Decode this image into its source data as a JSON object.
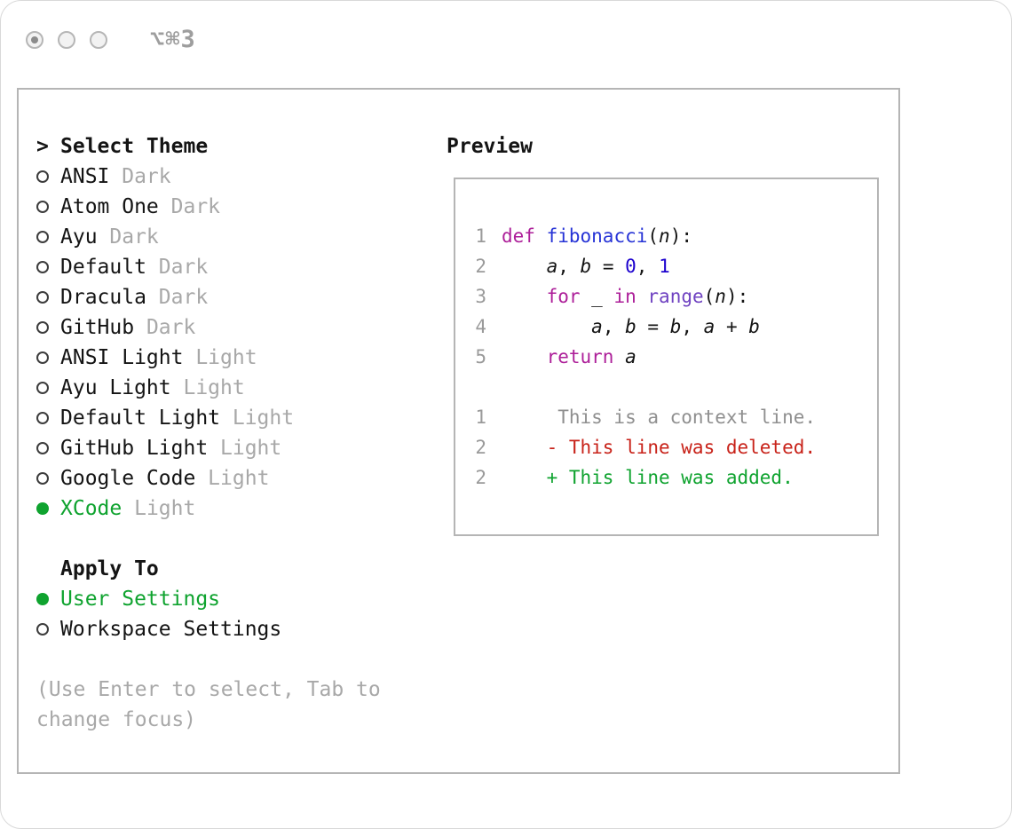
{
  "titlebar": {
    "shortcut": "⌥⌘3"
  },
  "colors": {
    "accent_green": "#0fa32f",
    "muted_gray": "#a8a8a8",
    "keyword": "#ad1f99",
    "function_name": "#2633d6",
    "builtin": "#6f42c1",
    "number": "#1c01ce",
    "line_number": "#9a9a9a",
    "diff_context": "#8f8f8f",
    "diff_deleted": "#c82219",
    "diff_added": "#0fa32f"
  },
  "theme_picker": {
    "prompt": ">",
    "title": "Select Theme",
    "items": [
      {
        "name": "ANSI",
        "variant": "Dark",
        "selected": false
      },
      {
        "name": "Atom One",
        "variant": "Dark",
        "selected": false
      },
      {
        "name": "Ayu",
        "variant": "Dark",
        "selected": false
      },
      {
        "name": "Default",
        "variant": "Dark",
        "selected": false
      },
      {
        "name": "Dracula",
        "variant": "Dark",
        "selected": false
      },
      {
        "name": "GitHub",
        "variant": "Dark",
        "selected": false
      },
      {
        "name": "ANSI Light",
        "variant": "Light",
        "selected": false
      },
      {
        "name": "Ayu Light",
        "variant": "Light",
        "selected": false
      },
      {
        "name": "Default Light",
        "variant": "Light",
        "selected": false
      },
      {
        "name": "GitHub Light",
        "variant": "Light",
        "selected": false
      },
      {
        "name": "Google Code",
        "variant": "Light",
        "selected": false
      },
      {
        "name": "XCode",
        "variant": "Light",
        "selected": true
      }
    ]
  },
  "apply_to": {
    "title": "Apply To",
    "options": [
      {
        "label": "User Settings",
        "selected": true
      },
      {
        "label": "Workspace Settings",
        "selected": false
      }
    ]
  },
  "hint": "(Use Enter to select, Tab to change focus)",
  "preview": {
    "title": "Preview",
    "code_lines": [
      {
        "num": "1",
        "tokens": [
          [
            "def",
            "keyword"
          ],
          [
            " ",
            ""
          ],
          [
            "fibonacci",
            "function"
          ],
          [
            "(",
            ""
          ],
          [
            "n",
            "var"
          ],
          [
            "):",
            ""
          ]
        ]
      },
      {
        "num": "2",
        "tokens": [
          [
            "    ",
            ""
          ],
          [
            "a",
            "var"
          ],
          [
            ", ",
            ""
          ],
          [
            "b",
            "var"
          ],
          [
            " = ",
            ""
          ],
          [
            "0",
            "number"
          ],
          [
            ", ",
            ""
          ],
          [
            "1",
            "number"
          ]
        ]
      },
      {
        "num": "3",
        "tokens": [
          [
            "    ",
            ""
          ],
          [
            "for",
            "keyword"
          ],
          [
            " _ ",
            ""
          ],
          [
            "in",
            "keyword"
          ],
          [
            " ",
            ""
          ],
          [
            "range",
            "builtin"
          ],
          [
            "(",
            ""
          ],
          [
            "n",
            "var"
          ],
          [
            "):",
            ""
          ]
        ]
      },
      {
        "num": "4",
        "tokens": [
          [
            "        ",
            ""
          ],
          [
            "a",
            "var"
          ],
          [
            ", ",
            ""
          ],
          [
            "b",
            "var"
          ],
          [
            " = ",
            ""
          ],
          [
            "b",
            "var"
          ],
          [
            ", ",
            ""
          ],
          [
            "a",
            "var"
          ],
          [
            " + ",
            ""
          ],
          [
            "b",
            "var"
          ]
        ]
      },
      {
        "num": "5",
        "tokens": [
          [
            "    ",
            ""
          ],
          [
            "return",
            "keyword"
          ],
          [
            " ",
            ""
          ],
          [
            "a",
            "var"
          ]
        ]
      }
    ],
    "diff_lines": [
      {
        "num": "1",
        "type": "context",
        "text": "     This is a context line."
      },
      {
        "num": "2",
        "type": "deleted",
        "text": "    - This line was deleted."
      },
      {
        "num": "2",
        "type": "added",
        "text": "    + This line was added."
      }
    ]
  }
}
